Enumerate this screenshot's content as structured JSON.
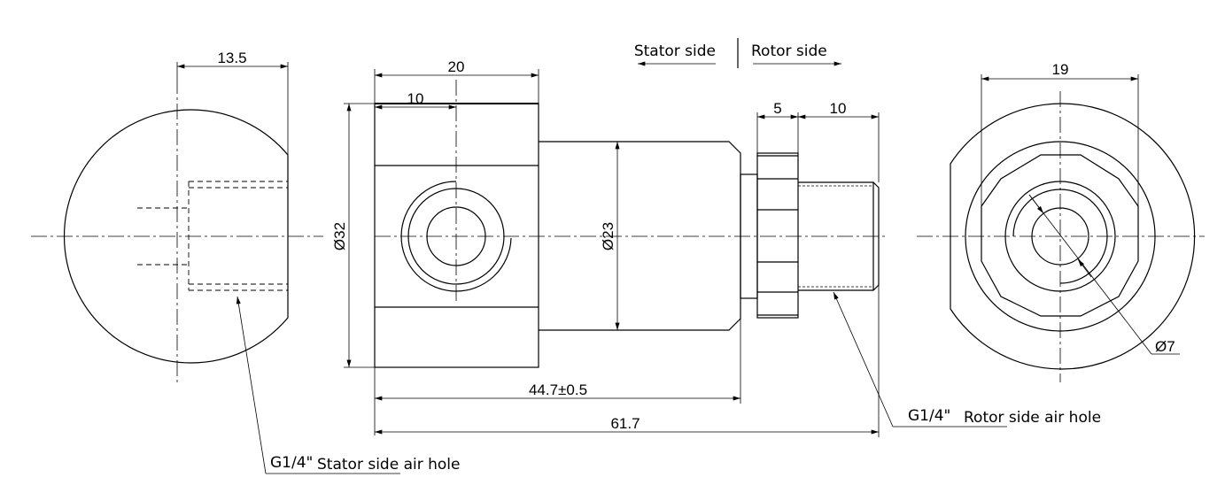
{
  "drawing": {
    "side_labels": {
      "stator": "Stator side",
      "rotor": "Rotor side"
    },
    "left_view": {
      "dim_width": "13.5",
      "callout_thread": "G1/4\"",
      "callout_text": "Stator side air hole"
    },
    "front_view": {
      "dim_body_length": "20",
      "dim_port_offset": "10",
      "dim_body_diameter": "Ø32",
      "dim_shaft_diameter": "Ø23",
      "dim_nut_width": "5",
      "dim_thread_length": "10",
      "dim_stator_length": "44.7±0.5",
      "dim_total_length": "61.7"
    },
    "rotor_callout": {
      "thread": "G1/4\"",
      "text": "Rotor side air hole"
    },
    "right_view": {
      "dim_flats": "19",
      "dim_bore": "Ø7"
    }
  }
}
